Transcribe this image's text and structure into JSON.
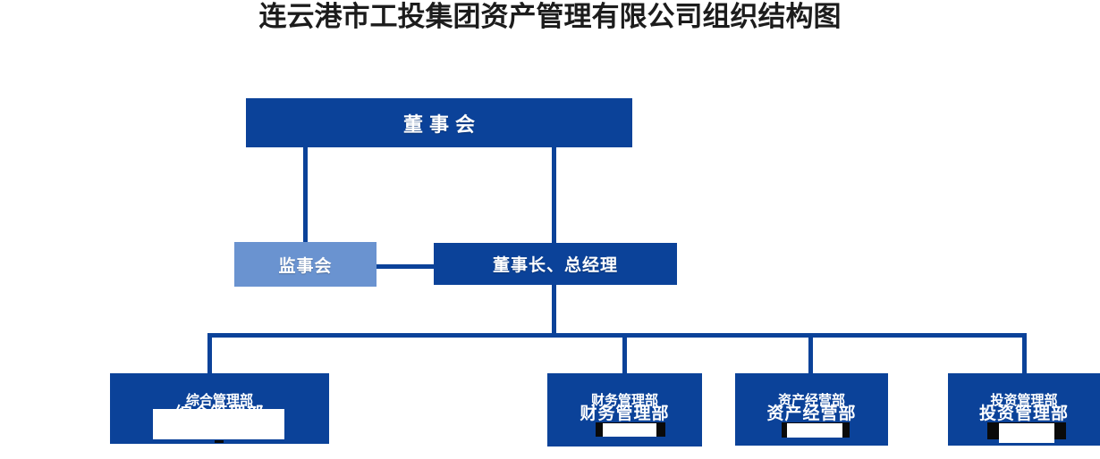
{
  "chart_data": {
    "type": "diagram",
    "title": "连云港市工投集团资产管理有限公司组织结构图",
    "diagram_kind": "organizational-chart",
    "levels": 3,
    "nodes": [
      {
        "id": "board",
        "label": "董事会",
        "level": 1,
        "style": "dark"
      },
      {
        "id": "supervisor",
        "label": "监事会",
        "level": 2,
        "style": "light"
      },
      {
        "id": "chairman",
        "label": "董事长、总经理",
        "level": 2,
        "style": "dark"
      },
      {
        "id": "dept1",
        "label": "综合管理部",
        "level": 3,
        "style": "dark"
      },
      {
        "id": "dept2",
        "label": "财务管理部",
        "level": 3,
        "style": "dark"
      },
      {
        "id": "dept3",
        "label": "资产经营部",
        "level": 3,
        "style": "dark"
      },
      {
        "id": "dept4",
        "label": "投资管理部",
        "level": 3,
        "style": "dark"
      }
    ],
    "edges": [
      {
        "from": "board",
        "to": "supervisor"
      },
      {
        "from": "board",
        "to": "chairman"
      },
      {
        "from": "chairman",
        "to": "supervisor"
      },
      {
        "from": "chairman",
        "to": "dept1"
      },
      {
        "from": "chairman",
        "to": "dept2"
      },
      {
        "from": "chairman",
        "to": "dept3"
      },
      {
        "from": "chairman",
        "to": "dept4"
      }
    ],
    "colors": {
      "primary_box": "#0B4299",
      "secondary_box": "#6A93D0",
      "connector": "#0B4299",
      "node_text": "#FFFFFF",
      "title_text": "#1C1C1C",
      "background": "#FFFFFF"
    }
  },
  "title": {
    "text": "连云港市工投集团资产管理有限公司组织结构图"
  },
  "root": {
    "label": "董事会"
  },
  "mid": {
    "supervisor": {
      "label": "监事会"
    },
    "chairman": {
      "label": "董事长、总经理"
    }
  },
  "departments": [
    {
      "label": "综合管理部"
    },
    {
      "label": "财务管理部"
    },
    {
      "label": "资产经营部"
    },
    {
      "label": "投资管理部"
    }
  ]
}
